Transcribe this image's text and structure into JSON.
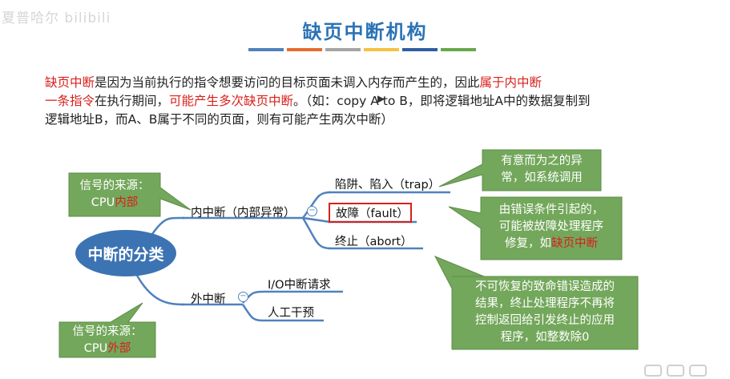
{
  "watermark": "夏普哈尔 bilibili",
  "slide": {
    "title": "缺页中断机构",
    "accent_bars": [
      "#4f82bd",
      "#e46c2d",
      "#a5a5a5",
      "#f6c142",
      "#2e5ea2",
      "#66a84a"
    ],
    "paragraph": {
      "p1": "缺页中断",
      "p2": "是因为当前执行的指令想要访问的目标页面未调入内存而产生的，因此",
      "p3": "属于内中断",
      "p4": "一条指令",
      "p5": "在执行期间，",
      "p6": "可能产生多次缺页中断",
      "p7": "。（如：copy A to B，即将逻辑地址A中的数据复制到",
      "p8": "逻辑地址B，而A、B属于不同的页面，则有可能产生两次中断）"
    }
  },
  "mindmap": {
    "root": "中断的分类",
    "internal": {
      "label": "内中断（内部异常）",
      "children": [
        "陷阱、陷入（trap）",
        "故障（fault）",
        "终止（abort）"
      ]
    },
    "external": {
      "label": "外中断",
      "children": [
        "I/O中断请求",
        "人工干预"
      ]
    },
    "source_internal": {
      "prefix": "信号的来源：",
      "cpu": "CPU",
      "emph": "内部"
    },
    "source_external": {
      "prefix": "信号的来源：",
      "cpu": "CPU",
      "emph": "外部"
    },
    "collapse_symbol": "⊖",
    "callouts": {
      "trap": {
        "line1": "有意而为之的异",
        "line2": "常，如系统调用"
      },
      "fault": {
        "line1": "由错误条件引起的，",
        "line2": "可能被故障处理程序",
        "line3a": "修复，如",
        "line3b": "缺页中断"
      },
      "abort": {
        "line1": "不可恢复的致命错误造成的",
        "line2": "结果，终止处理程序不再将",
        "line3": "控制返回给引发终止的应用",
        "line4": "程序，如整数除0"
      }
    },
    "colors": {
      "green": "#73a75b",
      "green_border": "#5e8c48",
      "blue": "#4f82bd",
      "red": "#d9201c"
    }
  }
}
